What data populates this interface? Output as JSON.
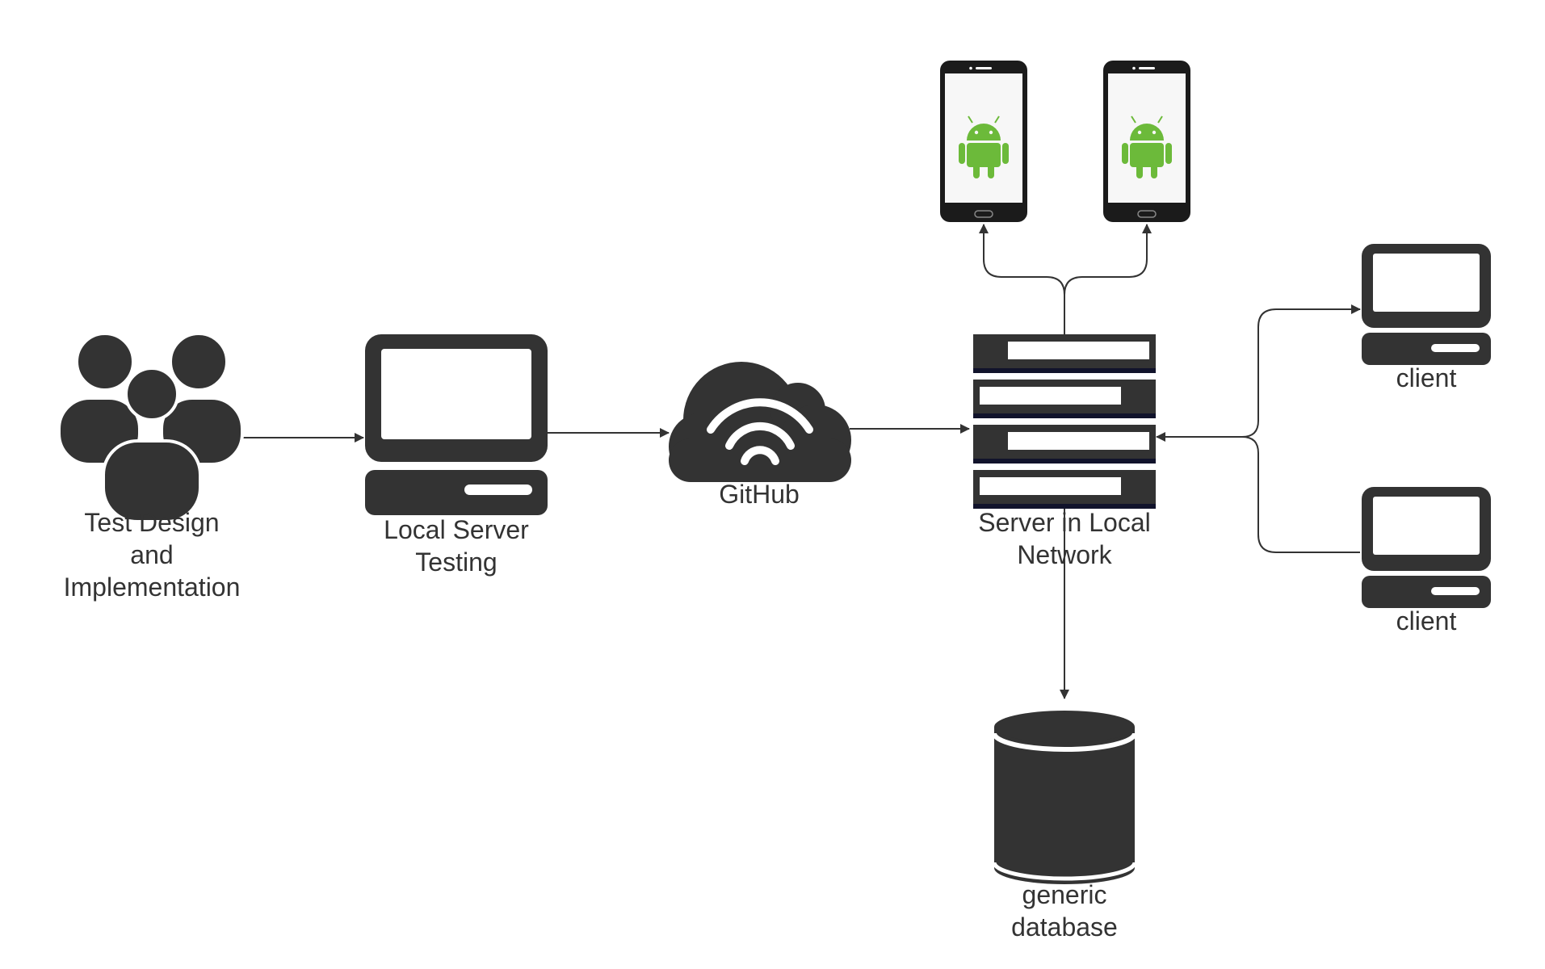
{
  "colors": {
    "icon": "#333333",
    "android": "#6cba3a",
    "phone_body": "#1b1b1b",
    "line": "#333333",
    "background": "#ffffff"
  },
  "nodes": {
    "team": {
      "label_lines": [
        "Test Design",
        "and",
        "Implementation"
      ],
      "icon": "users-icon"
    },
    "local_server": {
      "label_lines": [
        "Local Server",
        "Testing"
      ],
      "icon": "desktop-computer-icon"
    },
    "github": {
      "label_lines": [
        "GitHub"
      ],
      "icon": "cloud-wifi-icon"
    },
    "server": {
      "label_lines": [
        "Server in Local",
        "Network"
      ],
      "icon": "server-rack-icon"
    },
    "phone_1": {
      "icon": "android-phone-icon"
    },
    "phone_2": {
      "icon": "android-phone-icon"
    },
    "client_1": {
      "label_lines": [
        "client"
      ],
      "icon": "computer-icon"
    },
    "client_2": {
      "label_lines": [
        "client"
      ],
      "icon": "computer-icon"
    },
    "database": {
      "label_lines": [
        "generic",
        "database"
      ],
      "icon": "database-icon"
    }
  },
  "connections": [
    {
      "from": "team",
      "to": "local_server"
    },
    {
      "from": "local_server",
      "to": "github"
    },
    {
      "from": "github",
      "to": "server"
    },
    {
      "from": "server",
      "to": "phone_1"
    },
    {
      "from": "server",
      "to": "phone_2"
    },
    {
      "from": "server",
      "to": "client_1"
    },
    {
      "from": "client_2",
      "to": "server"
    },
    {
      "from": "server",
      "to": "database"
    }
  ]
}
